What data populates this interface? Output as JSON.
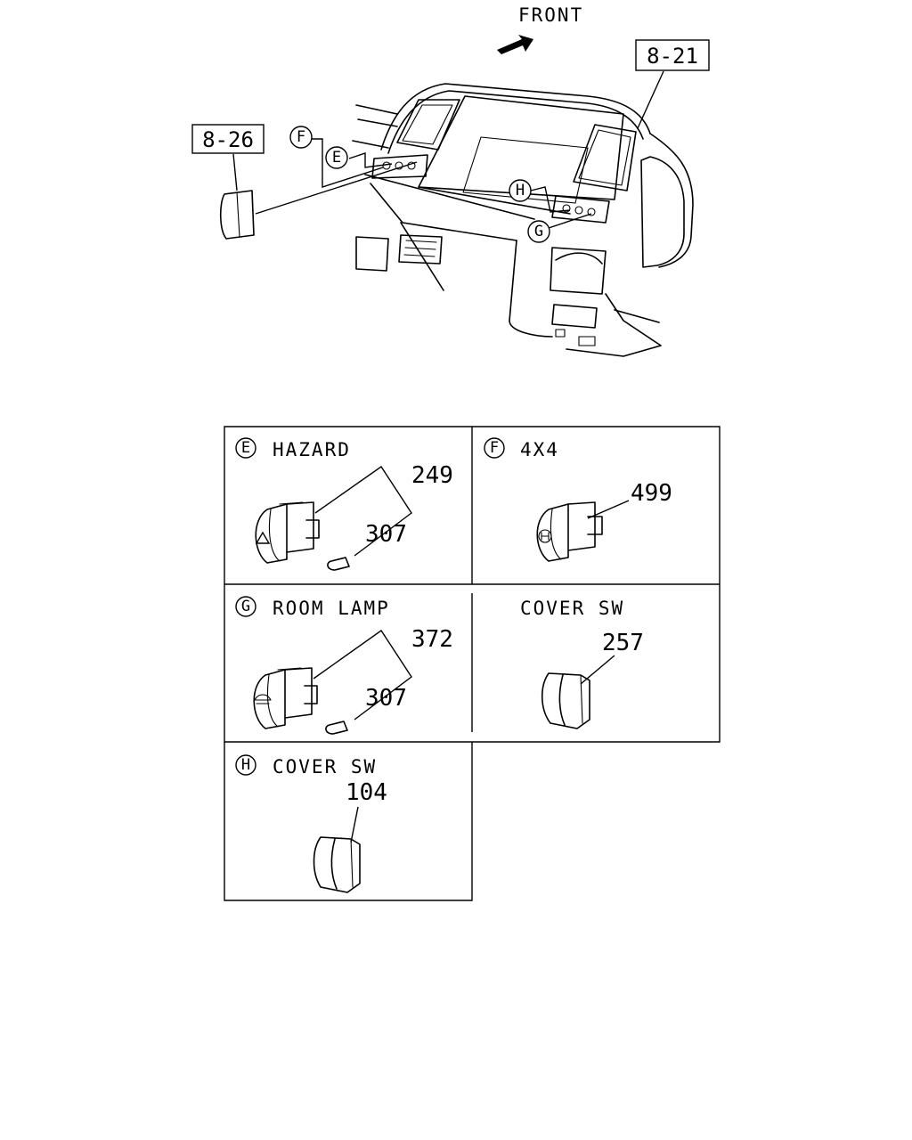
{
  "diagram": {
    "front_label": "FRONT",
    "refs": {
      "top_right": "8-21",
      "left": "8-26"
    },
    "callouts": {
      "e": "E",
      "f": "F",
      "g": "G",
      "h": "H"
    },
    "panels": [
      {
        "id": "e",
        "letter": "E",
        "title": "HAZARD",
        "parts": [
          "249",
          "307"
        ]
      },
      {
        "id": "f",
        "letter": "F",
        "title": "4X4",
        "parts": [
          "499"
        ]
      },
      {
        "id": "g",
        "letter": "G",
        "title": "ROOM LAMP",
        "parts": [
          "372",
          "307"
        ]
      },
      {
        "id": "cover",
        "letter": "",
        "title": "COVER SW",
        "parts": [
          "257"
        ]
      },
      {
        "id": "h",
        "letter": "H",
        "title": "COVER SW",
        "parts": [
          "104"
        ]
      }
    ]
  }
}
